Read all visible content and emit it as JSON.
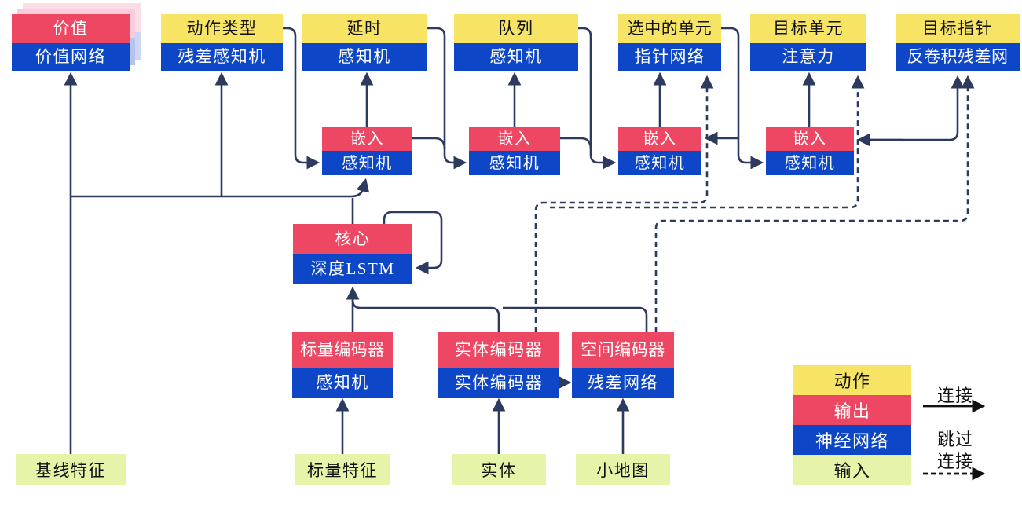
{
  "palette": {
    "yellow": "#f8e464",
    "red": "#ee4763",
    "blue": "#0d47c7",
    "green": "#e6f4aa",
    "line": "#2b3a5e",
    "legend_arrow": "#111111",
    "shadow_pink": "#f8ccd8",
    "shadow_blue": "#b5c3ee",
    "shadow_pink_far": "#fbdde8",
    "shadow_blue_far": "#cdd6f4"
  },
  "nodes": {
    "value": {
      "top": "价值",
      "bottom": "价值网络"
    },
    "action_type": {
      "top": "动作类型",
      "bottom": "残差感知机"
    },
    "delay": {
      "top": "延时",
      "bottom": "感知机"
    },
    "queue": {
      "top": "队列",
      "bottom": "感知机"
    },
    "selected_units": {
      "top": "选中的单元",
      "bottom": "指针网络"
    },
    "target_unit": {
      "top": "目标单元",
      "bottom": "注意力"
    },
    "target_pointer": {
      "top": "目标指针",
      "bottom": "反卷积残差网"
    },
    "embed1": {
      "top": "嵌入",
      "bottom": "感知机"
    },
    "embed2": {
      "top": "嵌入",
      "bottom": "感知机"
    },
    "embed3": {
      "top": "嵌入",
      "bottom": "感知机"
    },
    "embed4": {
      "top": "嵌入",
      "bottom": "感知机"
    },
    "core": {
      "top": "核心",
      "bottom": "深度LSTM"
    },
    "scalar_encoder": {
      "top": "标量编码器",
      "bottom": "感知机"
    },
    "entity_encoder": {
      "top": "实体编码器",
      "bottom": "实体编码器"
    },
    "spatial_encoder": {
      "top": "空间编码器",
      "bottom": "残差网络"
    },
    "baseline_features": {
      "label": "基线特征"
    },
    "scalar_features": {
      "label": "标量特征"
    },
    "entities": {
      "label": "实体"
    },
    "minimap": {
      "label": "小地图"
    }
  },
  "legend": {
    "action": "动作",
    "output": "输出",
    "network": "神经网络",
    "input": "输入",
    "connection": "连接",
    "skip_line1": "跳过",
    "skip_line2": "连接"
  }
}
